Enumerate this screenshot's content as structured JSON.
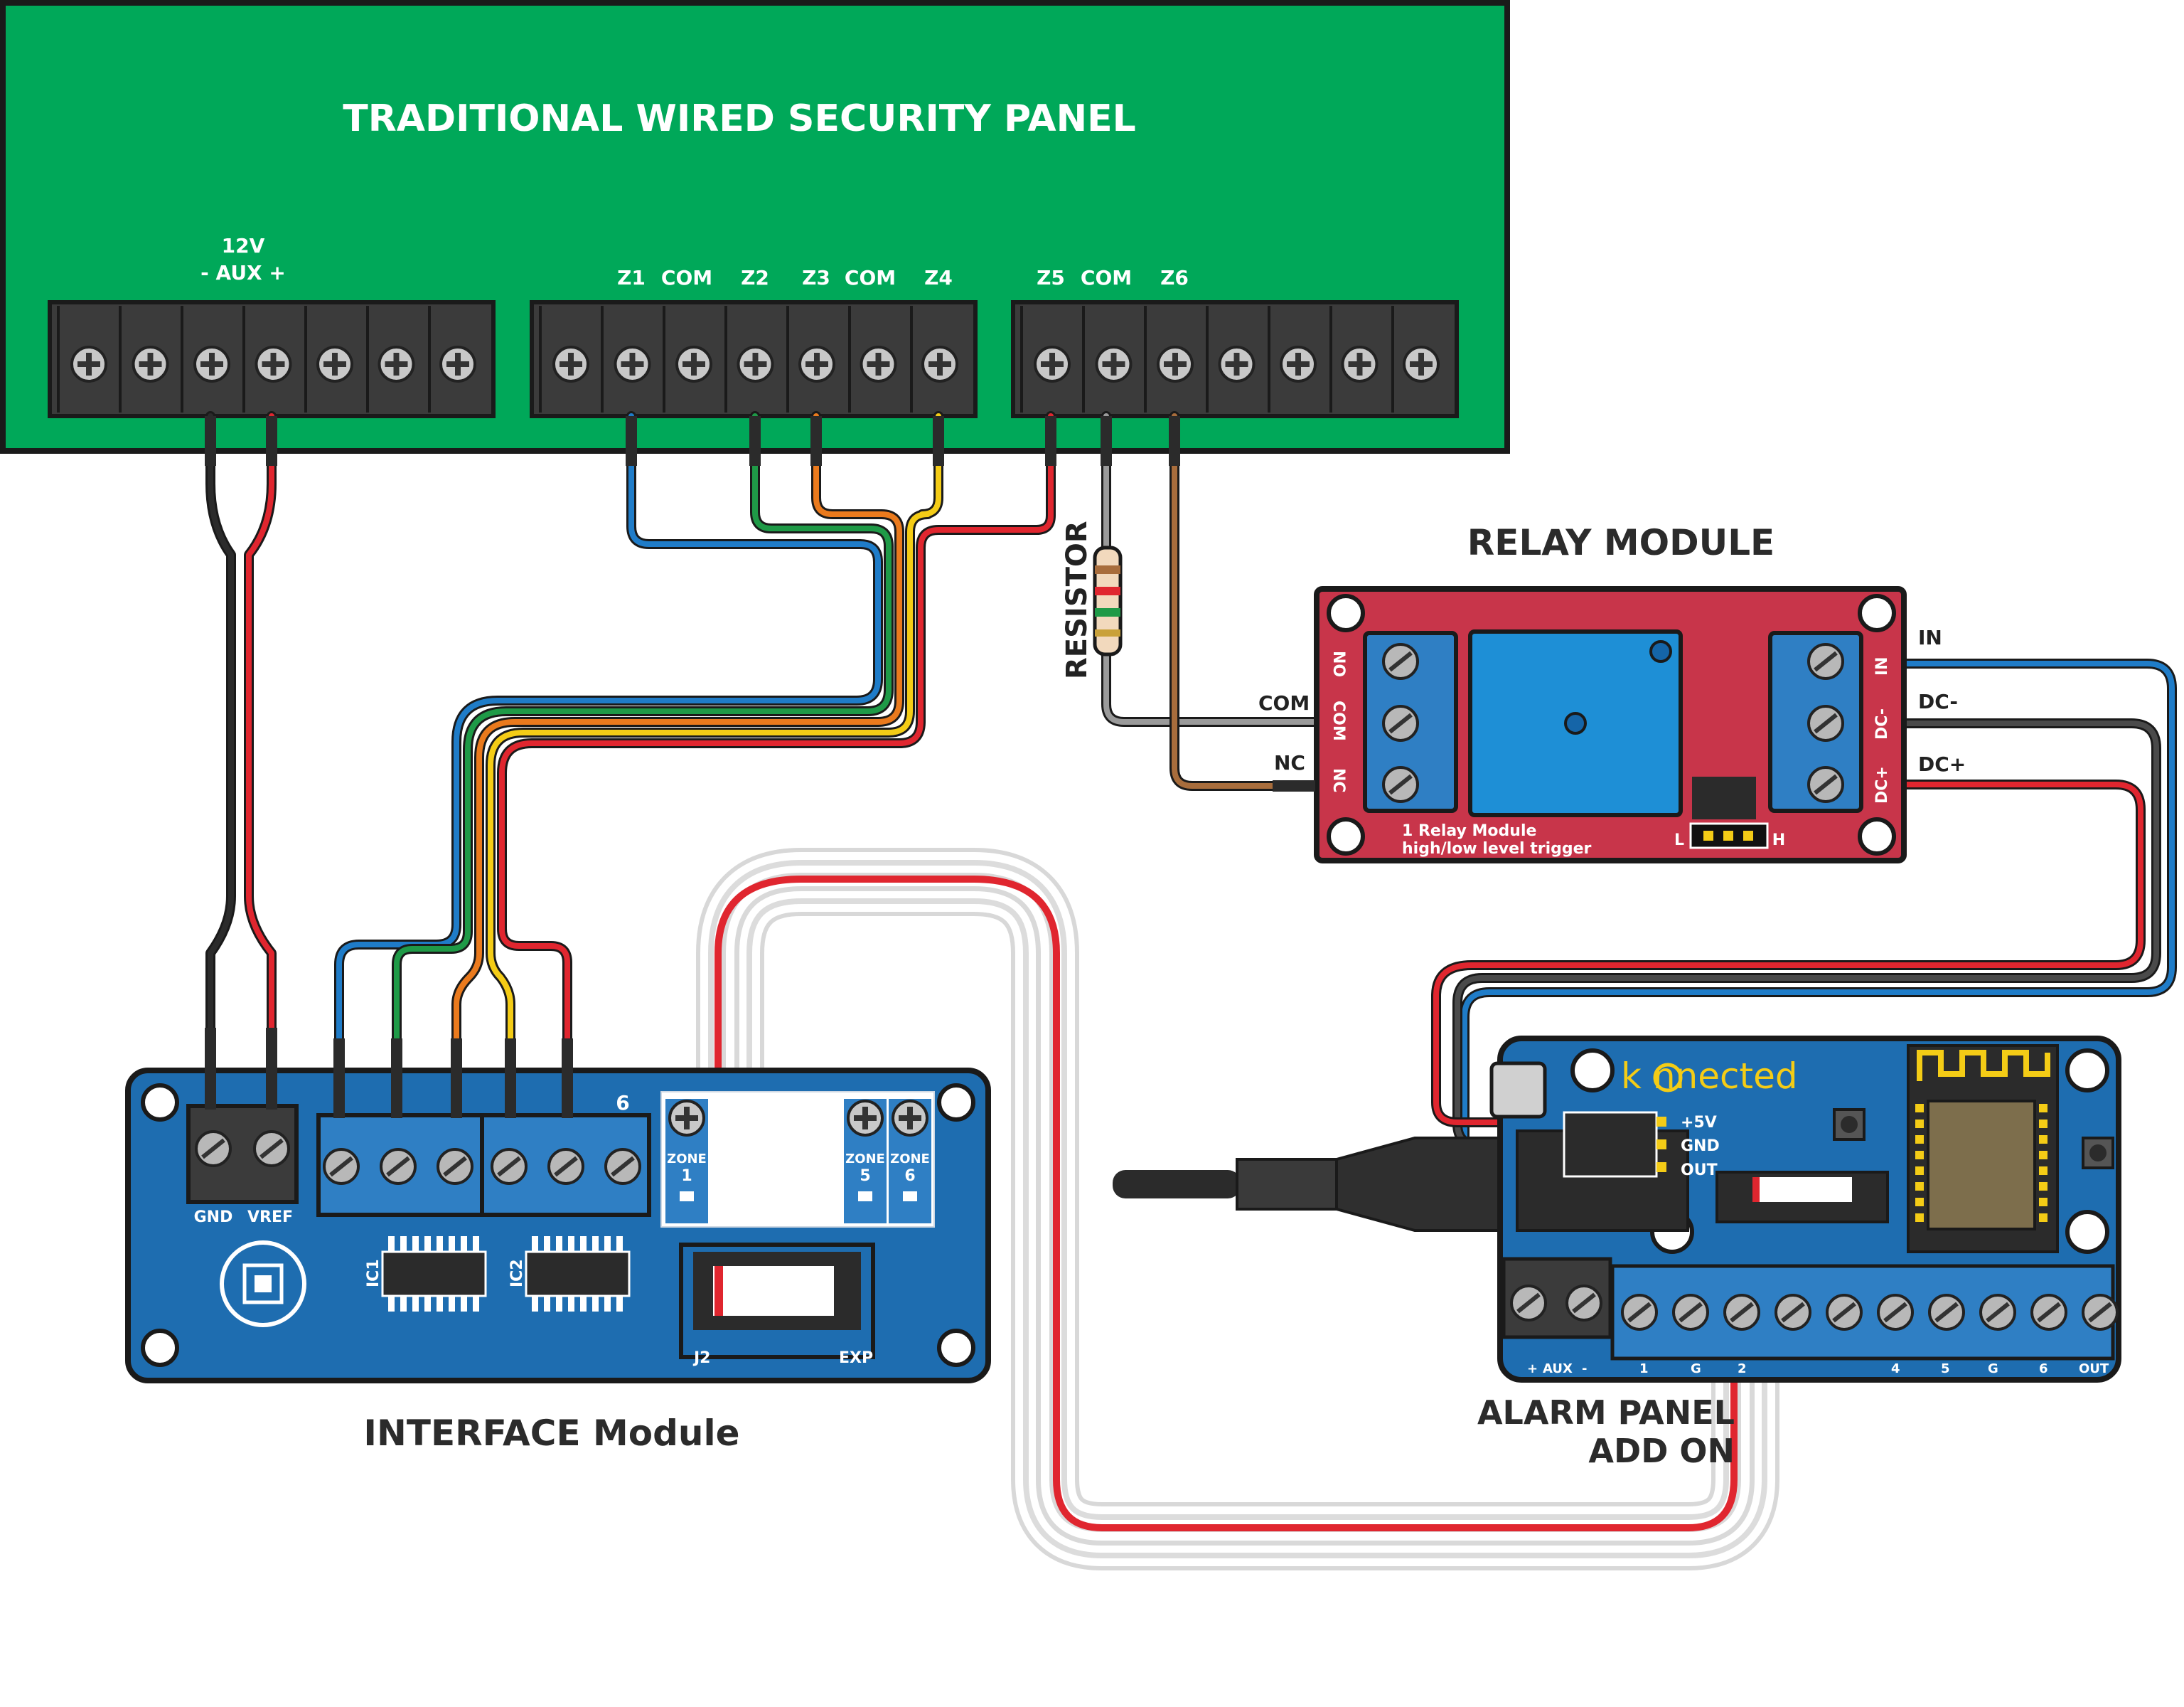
{
  "security_panel": {
    "title": "TRADITIONAL WIRED SECURITY PANEL",
    "aux_label_1": "12V",
    "aux_label_2": "- AUX +",
    "zone_labels": [
      "Z1",
      "COM",
      "Z2",
      "Z3",
      "COM",
      "Z4",
      "Z5",
      "COM",
      "Z6"
    ]
  },
  "resistor_label": "RESISTOR",
  "relay_module": {
    "title": "RELAY MODULE",
    "left_pins": [
      "COM",
      "NC"
    ],
    "right_pins": [
      "IN",
      "DC-",
      "DC+"
    ],
    "board_left_labels": [
      "NO",
      "COM",
      "NC"
    ],
    "board_right_labels": [
      "IN",
      "DC-",
      "DC+"
    ],
    "board_text_1": "1 Relay Module",
    "board_text_2": "high/low level trigger",
    "jumper_l": "L",
    "jumper_h": "H"
  },
  "interface_module": {
    "title": "INTERFACE Module",
    "terminal_labels": [
      "GND",
      "VREF"
    ],
    "zone_count_label": "6",
    "zones": [
      {
        "word": "ZONE",
        "num": "1"
      },
      {
        "word": "ZONE",
        "num": "5"
      },
      {
        "word": "ZONE",
        "num": "6"
      }
    ],
    "ic_labels": [
      "IC1",
      "IC2"
    ],
    "connector_labels": [
      "J2",
      "EXP"
    ]
  },
  "alarm_addon": {
    "title_line_1": "ALARM PANEL",
    "title_line_2": "ADD ON",
    "brand": "k nnected",
    "header_pins": [
      "+5V",
      "GND",
      "OUT"
    ],
    "bottom_labels": [
      "+",
      "AUX",
      "-",
      "1",
      "G",
      "2",
      "4",
      "5",
      "G",
      "6",
      "OUT"
    ]
  },
  "colors": {
    "panel_green": "#00a859",
    "relay_red": "#c8354a",
    "board_blue": "#1e6db0",
    "terminal_blue": "#2f7fc4",
    "relay_cube": "#1e8fd6",
    "wire_black": "#2b2b2b",
    "wire_red": "#e0262f",
    "wire_blue": "#1f7cc8",
    "wire_green": "#1f9a47",
    "wire_orange": "#ea7a1d",
    "wire_yellow": "#f4cc16",
    "wire_brown": "#a86d3c",
    "wire_grey": "#8a8a8a"
  }
}
